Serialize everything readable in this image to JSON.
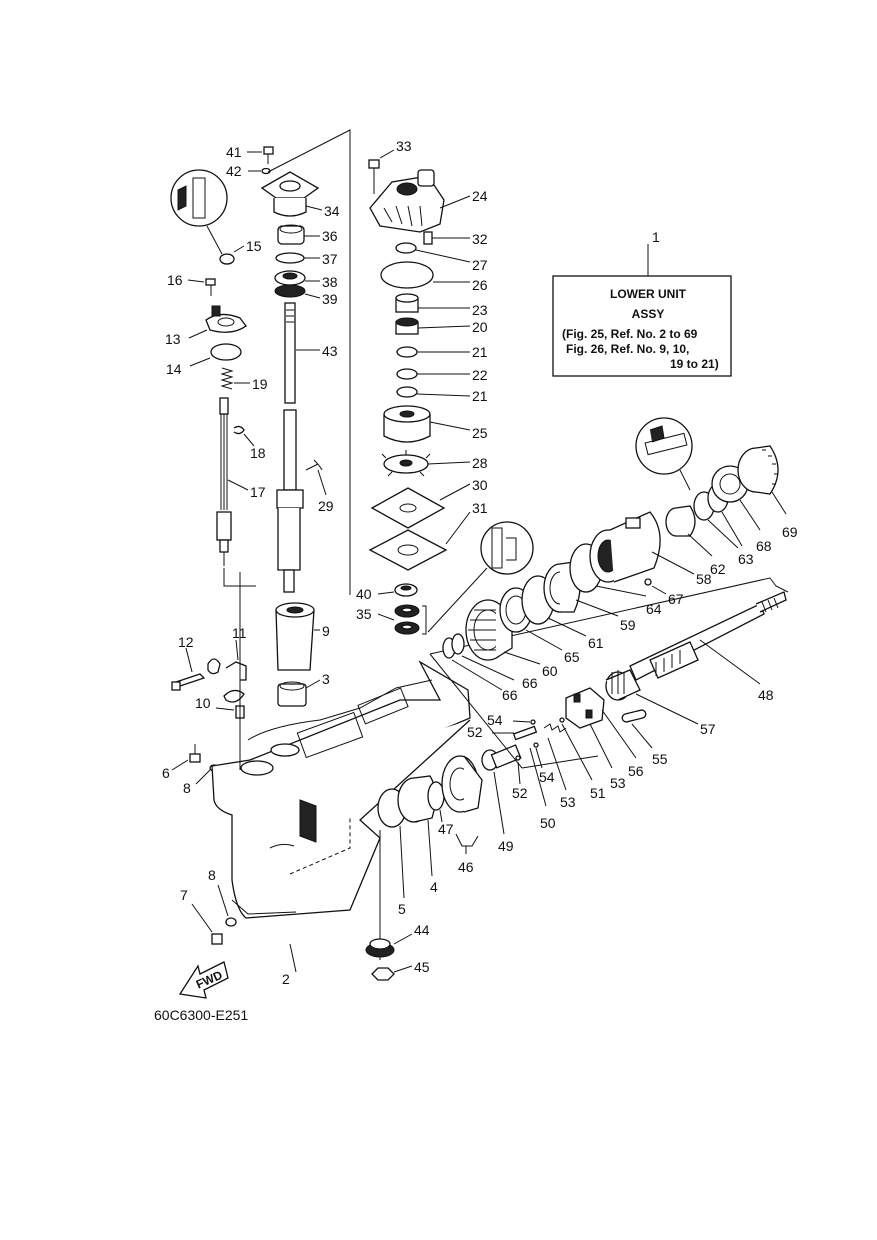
{
  "diagram_code": "60C6300-E251",
  "assembly_box": {
    "ref": "1",
    "title_line1": "LOWER UNIT",
    "title_line2": "ASSY",
    "note_line1": "(Fig. 25, Ref. No. 2 to 69",
    "note_line2": "Fig. 26, Ref. No. 9, 10,",
    "note_line3": "19 to 21)"
  },
  "direction_arrow": "FWD",
  "callouts": [
    "41",
    "42",
    "34",
    "36",
    "37",
    "38",
    "39",
    "43",
    "15",
    "16",
    "13",
    "14",
    "19",
    "18",
    "17",
    "29",
    "33",
    "24",
    "32",
    "27",
    "26",
    "23",
    "20",
    "21",
    "22",
    "21",
    "25",
    "28",
    "30",
    "31",
    "40",
    "35",
    "9",
    "3",
    "12",
    "11",
    "10",
    "6",
    "8",
    "7",
    "8",
    "2",
    "5",
    "4",
    "47",
    "46",
    "49",
    "44",
    "45",
    "54",
    "52",
    "54",
    "52",
    "50",
    "53",
    "51",
    "53",
    "56",
    "55",
    "57",
    "48",
    "66",
    "66",
    "60",
    "65",
    "61",
    "59",
    "64",
    "67",
    "58",
    "62",
    "63",
    "63",
    "68",
    "69"
  ]
}
